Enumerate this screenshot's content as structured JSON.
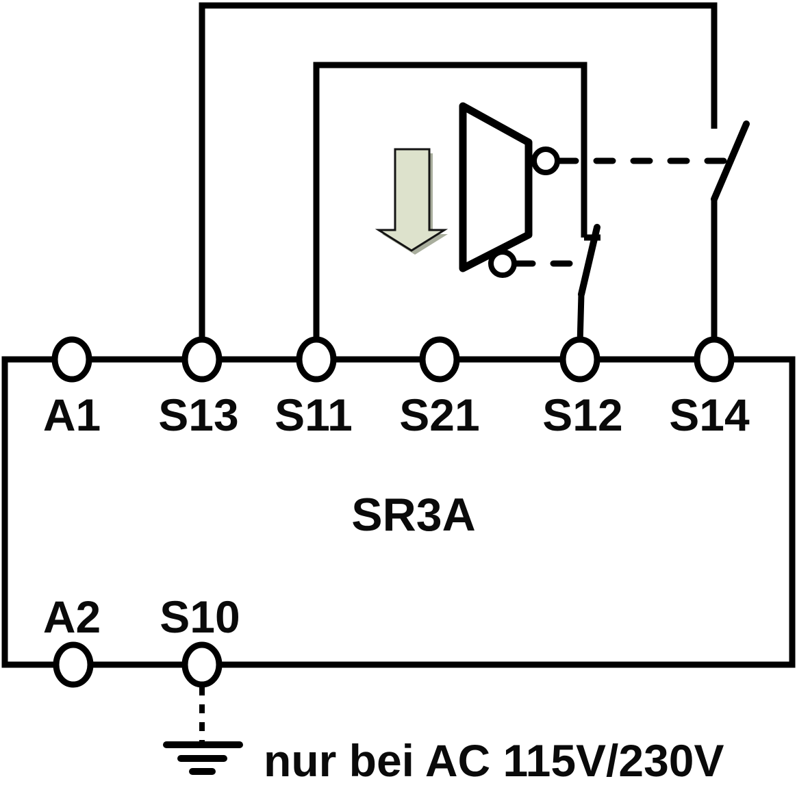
{
  "device": {
    "label": "SR3A"
  },
  "top_terminals": [
    {
      "label": "A1"
    },
    {
      "label": "S13"
    },
    {
      "label": "S11"
    },
    {
      "label": "S21"
    },
    {
      "label": "S12"
    },
    {
      "label": "S14"
    }
  ],
  "bottom_terminals": [
    {
      "label": "A2"
    },
    {
      "label": "S10"
    }
  ],
  "note": {
    "text": "nur bei AC 115V/230V"
  },
  "colors": {
    "line": "#000000",
    "text": "#0a0a0a",
    "arrow_fill": "#dde2cc",
    "arrow_shadow": "#a9ae9d",
    "background": "#ffffff"
  }
}
